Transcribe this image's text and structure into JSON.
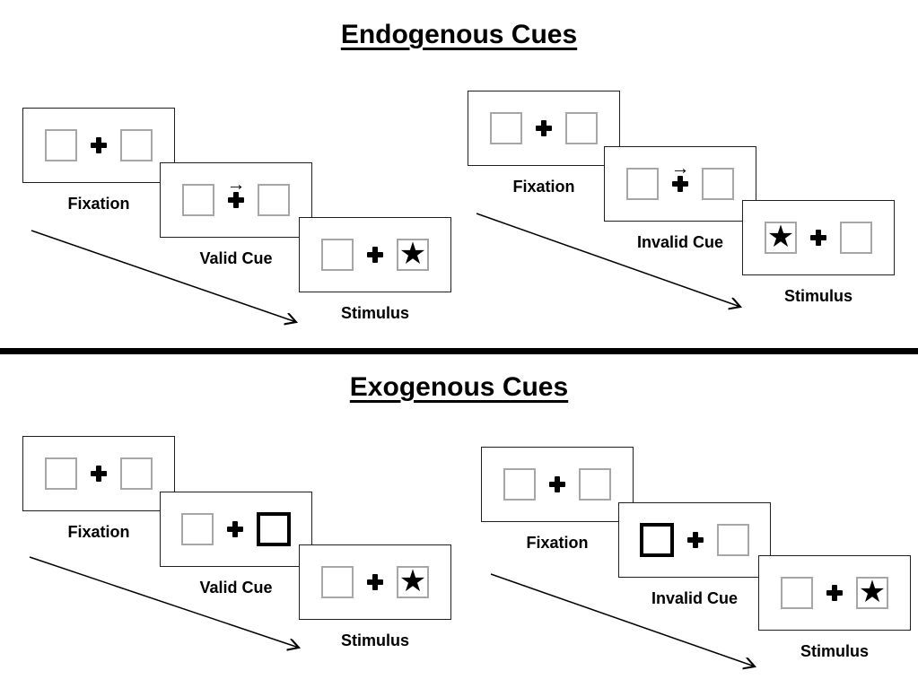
{
  "glyphs": {
    "star": "★",
    "right_arrow": "→"
  },
  "endogenous": {
    "title": "Endogenous Cues",
    "valid": {
      "fixation": "Fixation",
      "cue": "Valid Cue",
      "stimulus": "Stimulus"
    },
    "invalid": {
      "fixation": "Fixation",
      "cue": "Invalid Cue",
      "stimulus": "Stimulus"
    }
  },
  "exogenous": {
    "title": "Exogenous Cues",
    "valid": {
      "fixation": "Fixation",
      "cue": "Valid Cue",
      "stimulus": "Stimulus"
    },
    "invalid": {
      "fixation": "Fixation",
      "cue": "Invalid Cue",
      "stimulus": "Stimulus"
    }
  },
  "colors": {
    "symbol": "#000000",
    "panel_border": "#1f1f1f",
    "placeholder_box_border": "#a6a6a6",
    "cue_box_border": "#000000",
    "divider": "#000000"
  }
}
